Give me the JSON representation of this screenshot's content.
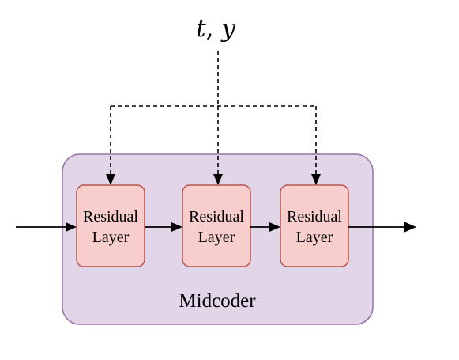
{
  "condition": {
    "t": "t",
    "comma": ", ",
    "y": "y"
  },
  "container": {
    "label": "Midcoder",
    "fill": "#e1d5e7",
    "stroke": "#9673a6"
  },
  "blocks": [
    {
      "line1": "Residual",
      "line2": "Layer"
    },
    {
      "line1": "Residual",
      "line2": "Layer"
    },
    {
      "line1": "Residual",
      "line2": "Layer"
    }
  ],
  "block_style": {
    "fill": "#f8cecc",
    "stroke": "#b85450"
  }
}
